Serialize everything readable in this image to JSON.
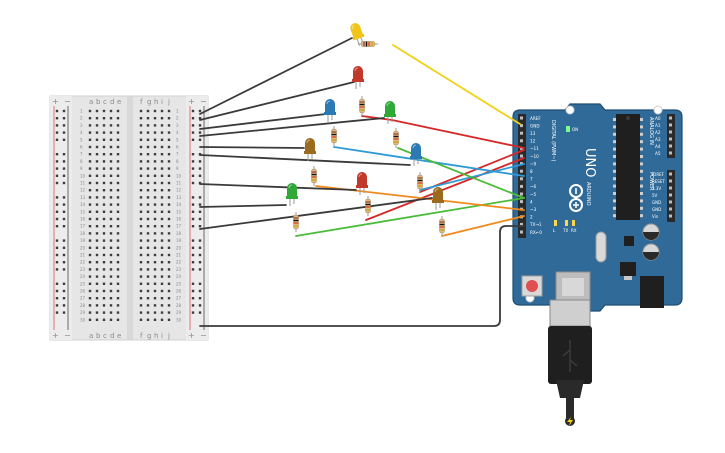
{
  "breadboard": {
    "column_letters_left": [
      "a",
      "b",
      "c",
      "d",
      "e"
    ],
    "column_letters_right": [
      "f",
      "g",
      "h",
      "i",
      "j"
    ],
    "row_count": 30,
    "rail_plus": "+",
    "rail_minus": "−"
  },
  "arduino": {
    "uno_label": "UNO",
    "brand_label": "ARDUINO",
    "digital_label": "DIGITAL (PWM~)",
    "analog_label": "ANALOG IN",
    "power_label": "POWER",
    "pin_labels_digital": [
      "AREF",
      "GND",
      "13",
      "12",
      "~11",
      "~10",
      "~9",
      "8",
      "7",
      "~6",
      "~5",
      "4",
      "~3",
      "2",
      "TX→1",
      "RX←0"
    ],
    "pin_labels_power": [
      "IOREF",
      "RESET",
      "3.3V",
      "5V",
      "GND",
      "GND",
      "Vin"
    ],
    "pin_labels_analog": [
      "A0",
      "A1",
      "A2",
      "A3",
      "A4",
      "A5"
    ],
    "led_labels": [
      "L",
      "TX",
      "RX"
    ],
    "on_label": "ON",
    "colors": {
      "board": "#2f6a99",
      "board_edge": "#1f4d73",
      "header": "#2a2a2a"
    }
  },
  "leds": [
    {
      "id": "led-yellow",
      "color": "#f0c419"
    },
    {
      "id": "led-red-1",
      "color": "#c0392b"
    },
    {
      "id": "led-blue-1",
      "color": "#2c79b3"
    },
    {
      "id": "led-green-1",
      "color": "#2fa838"
    },
    {
      "id": "led-brown-1",
      "color": "#9a6b1f"
    },
    {
      "id": "led-blue-2",
      "color": "#2c79b3"
    },
    {
      "id": "led-red-2",
      "color": "#c0392b"
    },
    {
      "id": "led-green-2",
      "color": "#2fa838"
    },
    {
      "id": "led-brown-2",
      "color": "#9a6b1f"
    }
  ],
  "wire_colors": {
    "ground": "#3a3a3a",
    "yellow": "#f2d014",
    "red": "#d62828",
    "blue": "#2e9bd6",
    "green": "#4cbb3b",
    "orange": "#f08a1c"
  },
  "usb": {
    "icon": "usb-plug-icon",
    "bolt_icon": "lightning-icon"
  }
}
